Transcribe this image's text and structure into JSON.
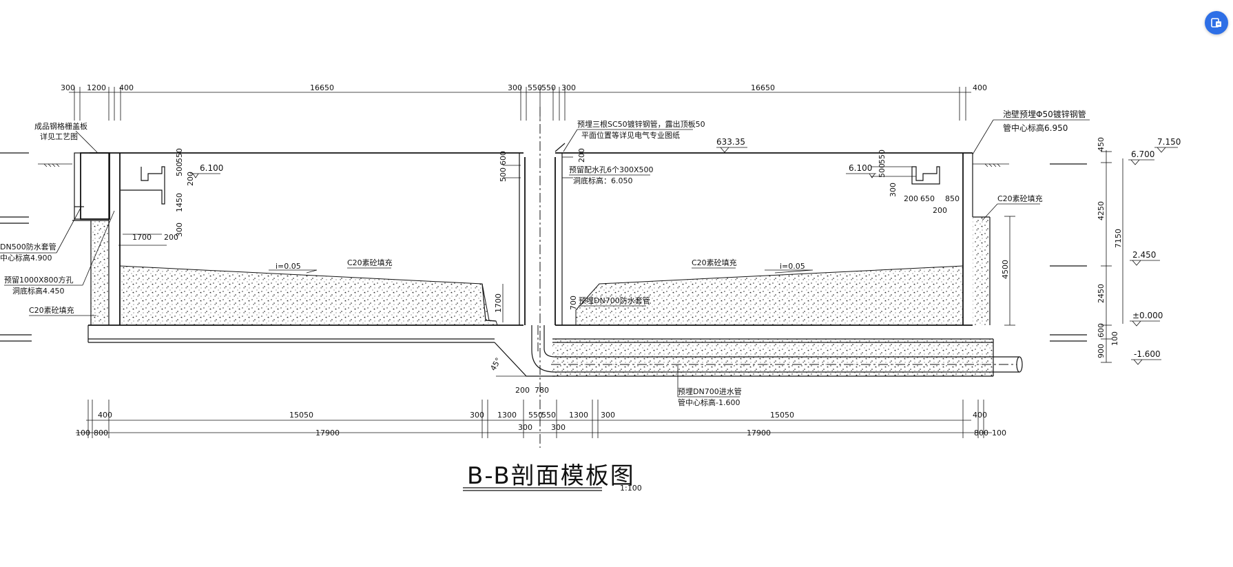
{
  "title": "B-B剖面模板图",
  "scale": "1:100",
  "top_dims": [
    "300",
    "1200",
    "400",
    "16650",
    "300",
    "550",
    "550",
    "300",
    "16650",
    "400"
  ],
  "bottom_dims_row1": [
    "400",
    "15050",
    "300",
    "1300",
    "550",
    "550",
    "1300",
    "300",
    "15050",
    "400"
  ],
  "bottom_dims_row2": [
    "100",
    "800",
    "300",
    "17900",
    "300",
    "17900",
    "800",
    "100"
  ],
  "annotations": {
    "grate": "成品钢格栅盖板",
    "grate2": "详见工艺图",
    "sc50": "预埋三根SC50镀锌钢管，露出顶板50",
    "sc50b": "平面位置等详见电气专业图纸",
    "hole6": "预留配水孔6个300X500",
    "hole6b": "洞底标高：6.050",
    "phi50": "池壁预埋Φ50镀锌钢管",
    "phi50b": "管中心标高6.950",
    "dn500": "DN500防水套管",
    "dn500b": "中心标高4.900",
    "hole1000": "预留1000X800方孔",
    "hole1000b": "洞底标高4.450",
    "c20_left": "C20素砼填充",
    "c20_mid_l": "C20素砼填充",
    "c20_mid_r": "C20素砼填充",
    "c20_right": "C20素砼填充",
    "slope_l": "i=0.05",
    "slope_r": "i=0.05",
    "dn700_sleeve": "预埋DN700防水套管",
    "dn700_in": "预埋DN700进水管",
    "dn700_inb": "管中心标高-1.600",
    "angle": "45°"
  },
  "levels": {
    "top": "633.35",
    "l6100a": "6.100",
    "l6100b": "6.100",
    "r7150": "7.150",
    "r6700": "6.700",
    "r2450": "2.450",
    "r0": "±0.000",
    "rm1600": "-1.600"
  },
  "inner_dims": {
    "d500a": "500",
    "d600": "600",
    "d200a": "200",
    "d550a": "550",
    "d500b": "500",
    "d200b": "200",
    "d1450": "1450",
    "d300a": "300",
    "d1700a": "1700",
    "d200c": "200",
    "d1700b": "1700",
    "d700": "700",
    "d200d": "200",
    "d780": "780",
    "d550c": "550",
    "d500c": "500",
    "d300b": "300",
    "d200e": "200",
    "d650": "650",
    "d850": "850",
    "d200f": "200",
    "d4500": "4500",
    "r450": "450",
    "r4250": "4250",
    "r7150d": "7150",
    "r2450d": "2450",
    "r600": "600",
    "r900": "900",
    "r100": "100"
  },
  "icons": {
    "float_button": "export-icon"
  },
  "colors": {
    "accent": "#2e6fe6",
    "line": "#111111"
  }
}
